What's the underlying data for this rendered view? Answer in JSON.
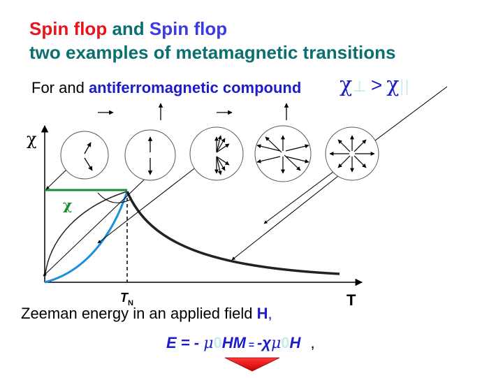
{
  "title": {
    "part1": "Spin flop",
    "part2": "and",
    "part3": "Spin flop",
    "line2": "two examples of metamagnetic transitions"
  },
  "intro": {
    "prefix": "For and ",
    "emphasis": "antiferromagnetic compound"
  },
  "inequality": {
    "chi_left": "χ",
    "perp": "⊥",
    "gt": ">",
    "chi_right": "χ",
    "par": "||"
  },
  "plot": {
    "y_label": "χ",
    "x_label": "T",
    "tn_label": "T",
    "tn_sub": "N",
    "chi_curve_label": "χ",
    "colors": {
      "chi_flat": "#1a8a2e",
      "parallel": "#1e8fd8",
      "paramagnetic": "#222222"
    }
  },
  "zeeman": {
    "prefix": "Zeeman energy in an applied field ",
    "field": "H",
    "suffix": ","
  },
  "energy": {
    "part1": "E = - ",
    "mu": "μ",
    "sub0": "0",
    "part2": "HM",
    "eq": " = ",
    "part3": "-χ",
    "mu2": "μ",
    "sub0b": "0",
    "part4": "H",
    "comma": ","
  }
}
